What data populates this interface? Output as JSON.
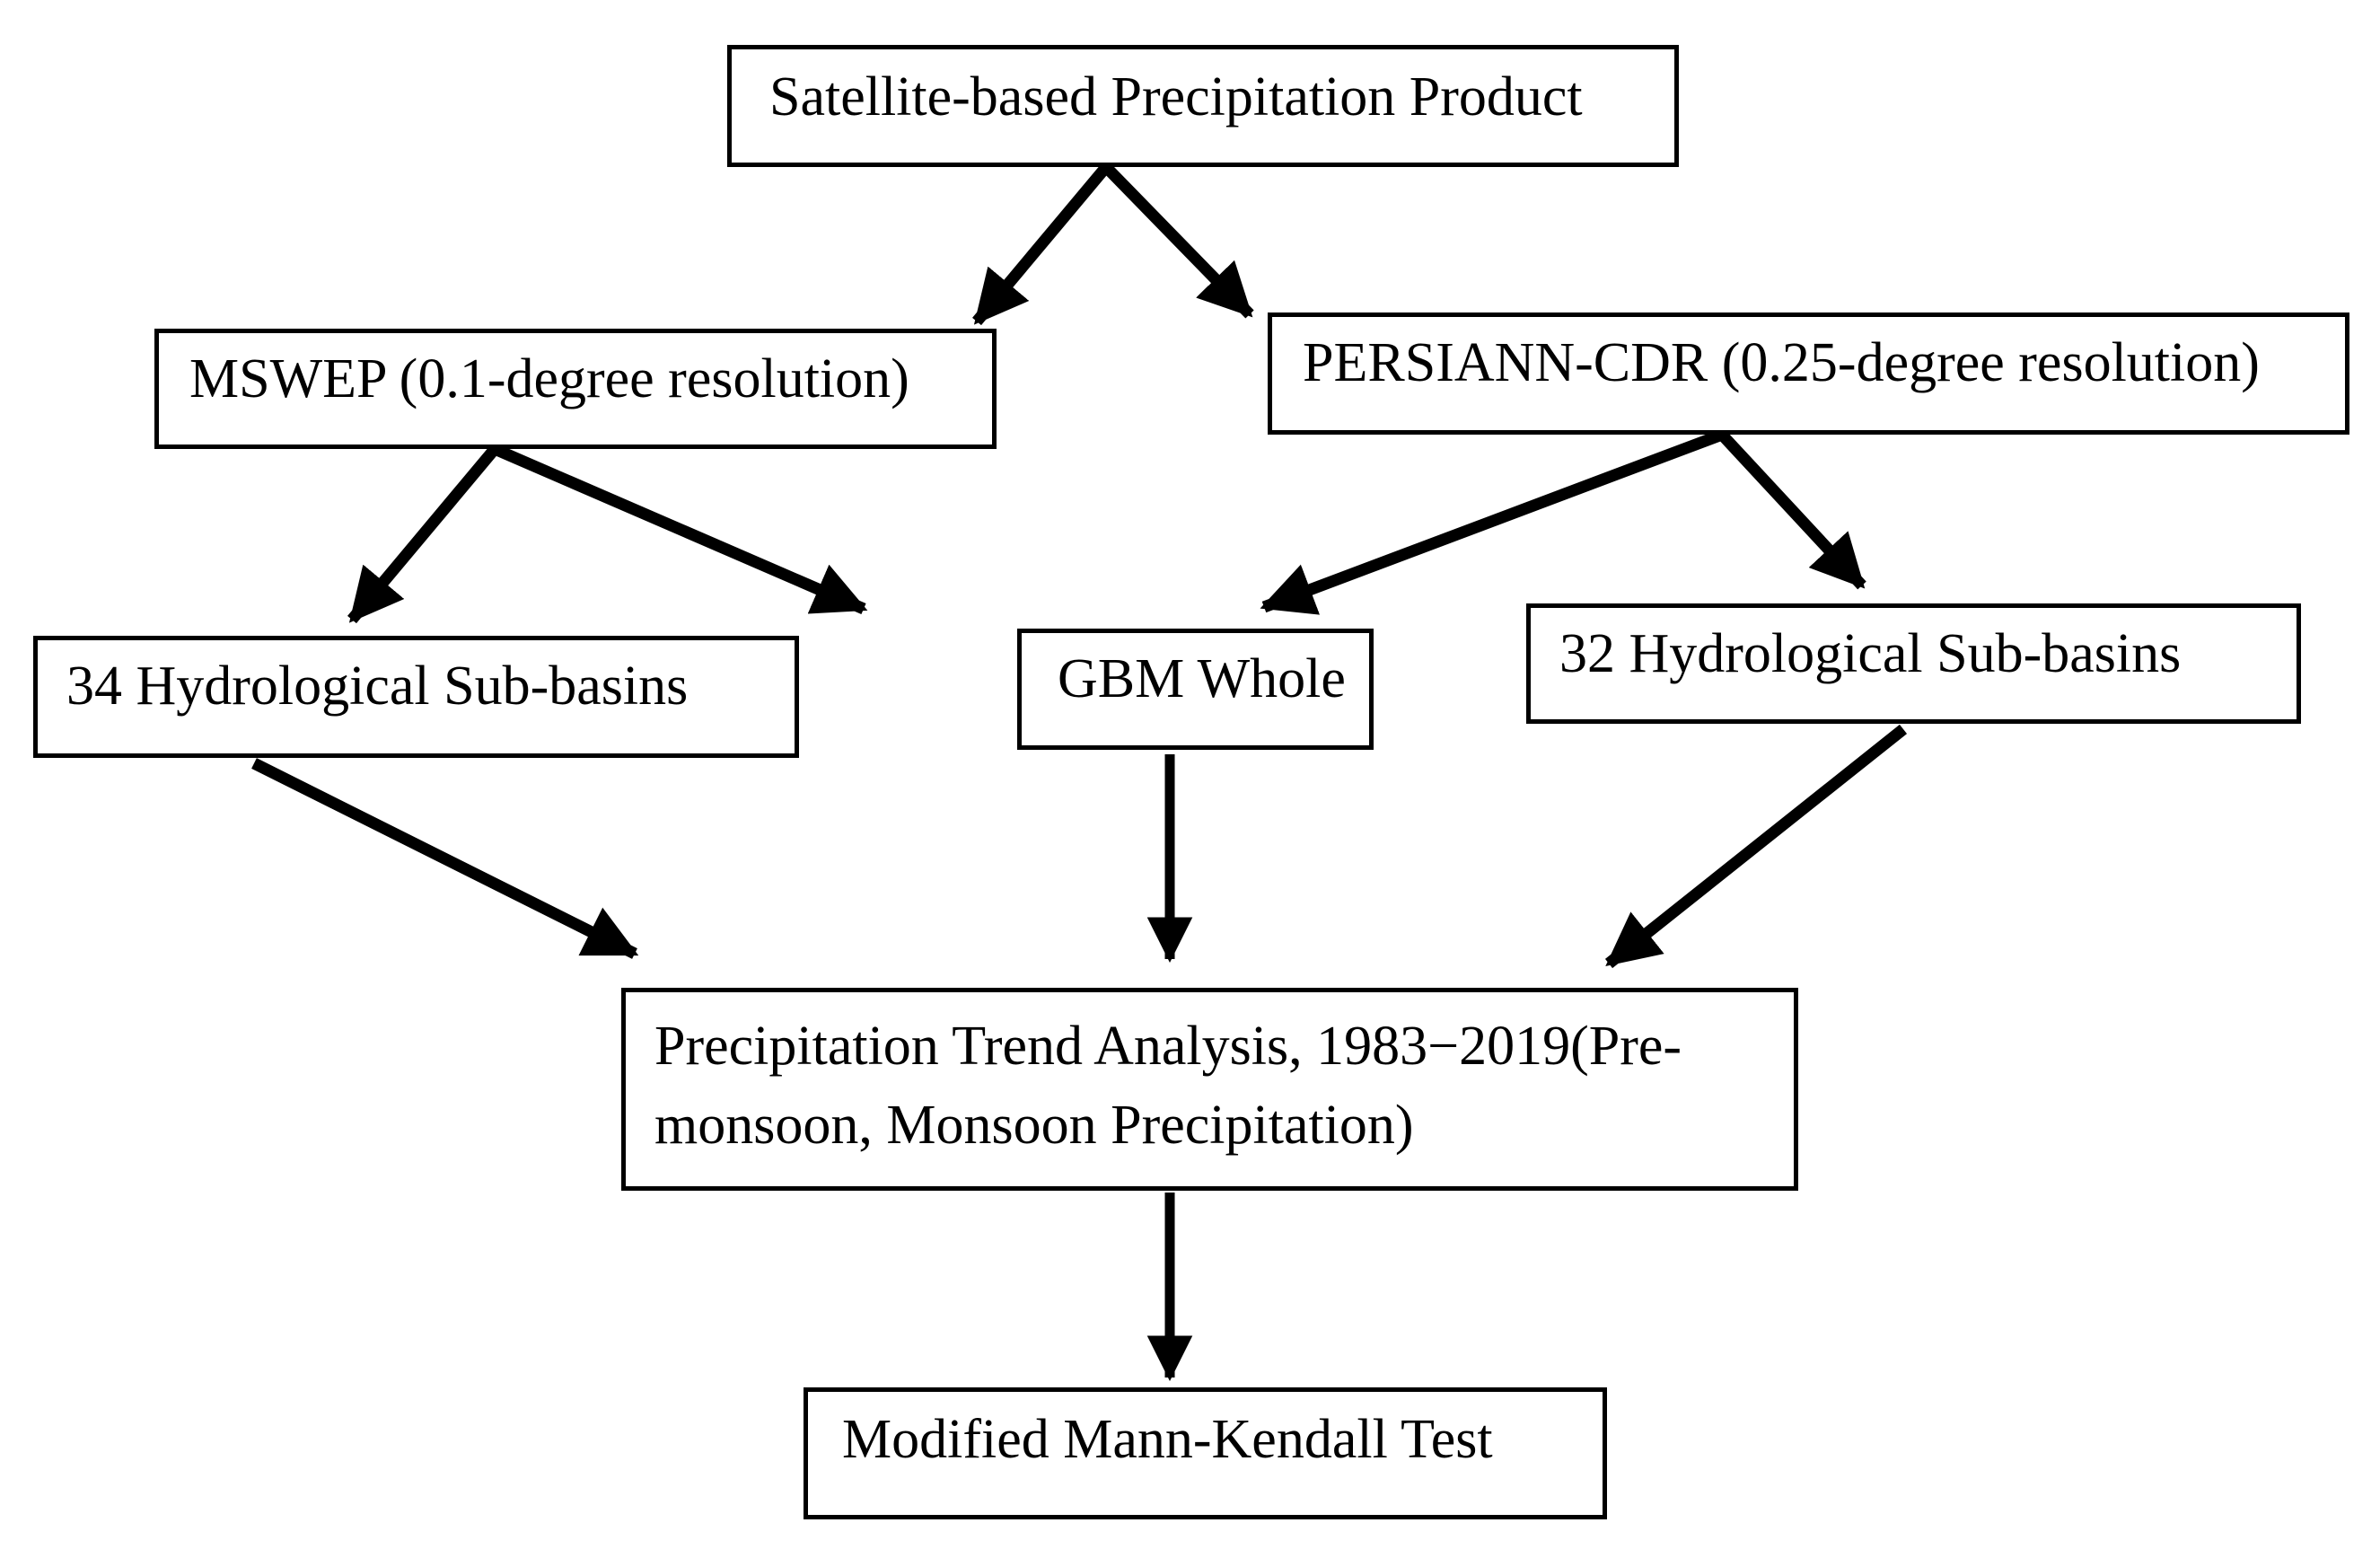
{
  "diagram": {
    "title": "Satellite-based precipitation trend analysis workflow",
    "background_color": "#ffffff",
    "line_color": "#000000",
    "text_color": "#000000",
    "nodes": {
      "root": {
        "label": "Satellite-based Precipitation Product"
      },
      "mswep": {
        "label": "MSWEP (0.1-degree resolution)"
      },
      "persiann": {
        "label": "PERSIANN-CDR (0.25-degree resolution)"
      },
      "sub34": {
        "label": "34 Hydrological  Sub-basins"
      },
      "gbm": {
        "label": "GBM Whole"
      },
      "sub32": {
        "label": "32 Hydrological  Sub-basins"
      },
      "trend": {
        "label": "Precipitation Trend Analysis, 1983−2019(Pre-\nmonsoon, Monsoon Precipitation)"
      },
      "mk": {
        "label": "Modified Mann-Kendall  Test"
      }
    },
    "edges": [
      {
        "from": "root",
        "to": "mswep",
        "style": "arrow"
      },
      {
        "from": "root",
        "to": "persiann",
        "style": "arrow"
      },
      {
        "from": "mswep",
        "to": "sub34",
        "style": "arrow"
      },
      {
        "from": "mswep",
        "to": "gbm",
        "style": "arrow"
      },
      {
        "from": "persiann",
        "to": "gbm",
        "style": "arrow"
      },
      {
        "from": "persiann",
        "to": "sub32",
        "style": "arrow"
      },
      {
        "from": "sub34",
        "to": "trend",
        "style": "arrow"
      },
      {
        "from": "gbm",
        "to": "trend",
        "style": "arrow"
      },
      {
        "from": "sub32",
        "to": "trend",
        "style": "arrow"
      },
      {
        "from": "trend",
        "to": "mk",
        "style": "arrow"
      }
    ]
  }
}
